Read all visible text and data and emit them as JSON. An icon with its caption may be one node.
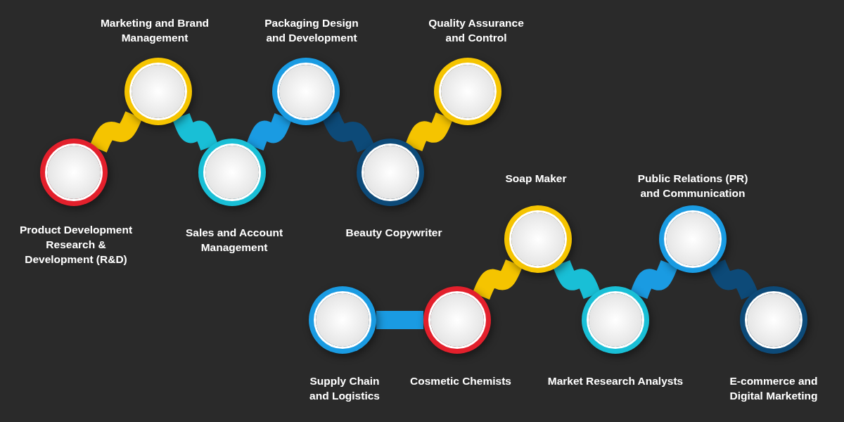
{
  "diagram": {
    "nodes": [
      {
        "text": [
          "Product Development Research & Development (R&D)"
        ]
      },
      {
        "text": [
          "Marketing and Brand Management"
        ]
      },
      {
        "text": [
          "Sales and Account Management"
        ]
      },
      {
        "text": [
          "Packaging Design and Development"
        ]
      },
      {
        "text": [
          "Beauty Copywriter"
        ]
      },
      {
        "text": [
          "Quality Assurance and Control"
        ]
      },
      {
        "text": [
          "Supply Chain and Logistics"
        ]
      },
      {
        "text": [
          "Cosmetic Chemists"
        ]
      },
      {
        "text": [
          "Soap Maker"
        ]
      },
      {
        "text": [
          "Market Research Analysts"
        ]
      },
      {
        "text": [
          "Public Relations (PR) and Communication"
        ]
      },
      {
        "text": [
          "E-commerce and Digital Marketing"
        ]
      }
    ],
    "edges": [
      {
        "from": 0,
        "to": 1,
        "arrow": "none",
        "color": "#f5c400"
      },
      {
        "from": 1,
        "to": 2,
        "arrow": "none",
        "color": "#19bfd6"
      },
      {
        "from": 2,
        "to": 3,
        "arrow": "none",
        "color": "#1a9be2"
      },
      {
        "from": 3,
        "to": 4,
        "arrow": "none",
        "color": "#0d4a78"
      },
      {
        "from": 4,
        "to": 5,
        "arrow": "none",
        "color": "#f5c400"
      },
      {
        "from": 6,
        "to": 7,
        "arrow": "none",
        "color": "#1a9be2"
      },
      {
        "from": 7,
        "to": 8,
        "arrow": "none",
        "color": "#f5c400"
      },
      {
        "from": 8,
        "to": 9,
        "arrow": "none",
        "color": "#19bfd6"
      },
      {
        "from": 9,
        "to": 10,
        "arrow": "none",
        "color": "#1a9be2"
      },
      {
        "from": 10,
        "to": 11,
        "arrow": "none",
        "color": "#0d4a78"
      }
    ]
  }
}
